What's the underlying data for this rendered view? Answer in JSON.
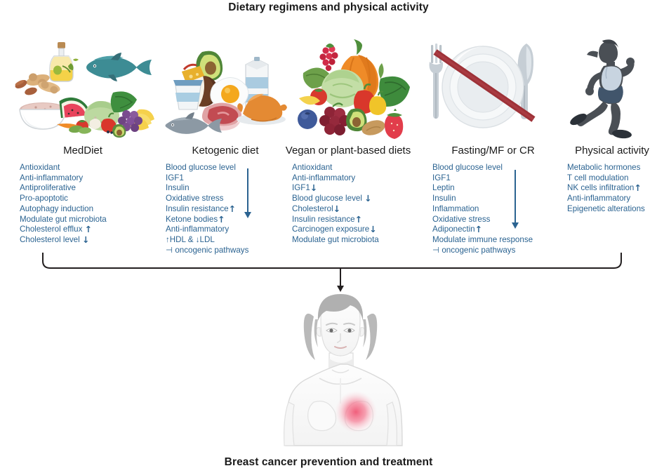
{
  "titles": {
    "top": "Dietary regimens and physical activity",
    "bottom": "Breast cancer prevention and treatment"
  },
  "colors": {
    "text_blue": "#2b6391",
    "title_black": "#1a1a1a",
    "arrow_black": "#231f20",
    "tumor_pink": "#ef5f7e",
    "cross_red": "#9e3238"
  },
  "glyphs": {
    "up": "↑",
    "down": "↓",
    "inhibit": "⊣"
  },
  "columns": [
    {
      "id": "meddiet",
      "heading": "MedDiet",
      "illustration": "mediterranean-food-illustration",
      "items": [
        {
          "text": "Antioxidant",
          "mark": ""
        },
        {
          "text": "Anti-inflammatory",
          "mark": ""
        },
        {
          "text": "Antiproliferative",
          "mark": ""
        },
        {
          "text": "Pro-apoptotic",
          "mark": ""
        },
        {
          "text": "Autophagy induction",
          "mark": ""
        },
        {
          "text": "Modulate gut microbiota",
          "mark": ""
        },
        {
          "text": "Cholesterol efflux ",
          "mark": "↑"
        },
        {
          "text": "Cholesterol level ",
          "mark": "↓"
        }
      ]
    },
    {
      "id": "ketogenic",
      "heading": "Ketogenic diet",
      "illustration": "ketogenic-food-illustration",
      "group_arrow": {
        "direction": "down",
        "covers": 4
      },
      "items": [
        {
          "text": "Blood glucose level",
          "mark": ""
        },
        {
          "text": "IGF1",
          "mark": ""
        },
        {
          "text": "Insulin",
          "mark": ""
        },
        {
          "text": "Oxidative stress",
          "mark": ""
        },
        {
          "text": "Insulin resistance",
          "mark": "↑"
        },
        {
          "text": "Ketone bodies",
          "mark": "↑"
        },
        {
          "text": "Anti-inflammatory",
          "mark": ""
        },
        {
          "text": "↑HDL & ↓LDL",
          "mark": ""
        },
        {
          "text": "⊣ oncogenic pathways",
          "mark": ""
        }
      ]
    },
    {
      "id": "vegan",
      "heading": "Vegan or plant-based diets",
      "illustration": "plant-food-illustration",
      "items": [
        {
          "text": "Antioxidant",
          "mark": ""
        },
        {
          "text": "Anti-inflammatory",
          "mark": ""
        },
        {
          "text": "IGF1",
          "mark": "↓"
        },
        {
          "text": "Blood glucose level ",
          "mark": "↓"
        },
        {
          "text": "Cholesterol",
          "mark": "↓"
        },
        {
          "text": "Insulin resistance",
          "mark": "↑"
        },
        {
          "text": "Carcinogen exposure",
          "mark": "↓"
        },
        {
          "text": "Modulate gut microbiota",
          "mark": ""
        }
      ]
    },
    {
      "id": "fasting",
      "heading": "Fasting/MF or CR",
      "illustration": "crossed-out-empty-plate-illustration",
      "group_arrow": {
        "direction": "down",
        "covers": 6
      },
      "items": [
        {
          "text": "Blood glucose level",
          "mark": ""
        },
        {
          "text": "IGF1",
          "mark": ""
        },
        {
          "text": "Leptin",
          "mark": ""
        },
        {
          "text": "Insulin",
          "mark": ""
        },
        {
          "text": "Inflammation",
          "mark": ""
        },
        {
          "text": "Oxidative stress",
          "mark": ""
        },
        {
          "text": "Adiponectin",
          "mark": "↑"
        },
        {
          "text": "Modulate immune response",
          "mark": ""
        },
        {
          "text": "⊣ oncogenic pathways",
          "mark": ""
        }
      ]
    },
    {
      "id": "physical-activity",
      "heading": "Physical activity",
      "illustration": "running-woman-illustration",
      "items": [
        {
          "text": "Metabolic hormones",
          "mark": ""
        },
        {
          "text": "T cell modulation",
          "mark": ""
        },
        {
          "text": "NK cells infiltration",
          "mark": "↑"
        },
        {
          "text": "Anti-inflammatory",
          "mark": ""
        },
        {
          "text": "Epigenetic alterations",
          "mark": ""
        }
      ]
    }
  ],
  "outcome": {
    "figure": "female-torso-with-breast-tumor-illustration"
  }
}
